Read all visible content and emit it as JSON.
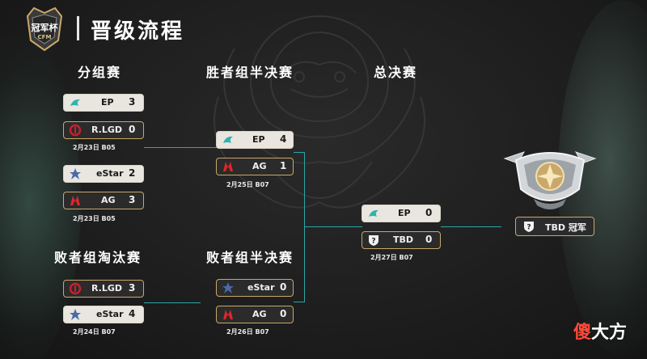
{
  "header": {
    "logo_text": "冠军杯",
    "logo_sub": "CFM",
    "title": "晋级流程"
  },
  "stages": {
    "groups": "分组赛",
    "winners_semi": "胜者组半决赛",
    "final": "总决赛",
    "losers_elim": "败者组淘汰赛",
    "losers_semi": "败者组半决赛"
  },
  "matches": {
    "g1": {
      "a": {
        "name": "EP",
        "score": "3"
      },
      "b": {
        "name": "R.LGD",
        "score": "0"
      },
      "info": "2月23日 B05"
    },
    "g2": {
      "a": {
        "name": "eStar",
        "score": "2"
      },
      "b": {
        "name": "AG",
        "score": "3"
      },
      "info": "2月23日 B05"
    },
    "ws": {
      "a": {
        "name": "EP",
        "score": "4"
      },
      "b": {
        "name": "AG",
        "score": "1"
      },
      "info": "2月25日 B07"
    },
    "le": {
      "a": {
        "name": "R.LGD",
        "score": "3"
      },
      "b": {
        "name": "eStar",
        "score": "4"
      },
      "info": "2月24日 B07"
    },
    "ls": {
      "a": {
        "name": "eStar",
        "score": "0"
      },
      "b": {
        "name": "AG",
        "score": "0"
      },
      "info": "2月26日 B07"
    },
    "fin": {
      "a": {
        "name": "EP",
        "score": "0"
      },
      "b": {
        "name": "TBD",
        "score": "0"
      },
      "info": "2月27日 B07"
    }
  },
  "champion": {
    "label": "TBD 冠军"
  },
  "watermark": {
    "a": "傻",
    "b": "大方"
  },
  "colors": {
    "connector": "#2aa7a8",
    "gold": "#c9a86a",
    "ep": "#2fb3b0",
    "ag": "#e1262e",
    "lgd": "#c8202e",
    "estar": "#4a6aa8"
  }
}
